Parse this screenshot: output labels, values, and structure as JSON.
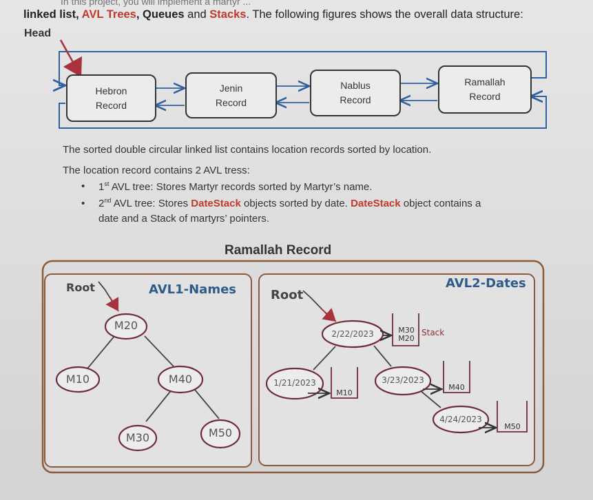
{
  "header_cut": "In this project, you will implement a martyr ...",
  "intro": {
    "p1": "linked list, ",
    "avl": "AVL Trees",
    "comma": ", ",
    "queues": "Queues",
    "and": " and ",
    "stacks": "Stacks",
    "p2": ". The following figures shows the overall data structure:"
  },
  "head_label": "Head",
  "records": [
    {
      "line1": "Hebron",
      "line2": "Record"
    },
    {
      "line1": "Jenin",
      "line2": "Record"
    },
    {
      "line1": "Nablus",
      "line2": "Record"
    },
    {
      "line1": "Ramallah",
      "line2": "Record"
    }
  ],
  "description": {
    "line1": "The sorted double circular linked list contains location records sorted by location.",
    "line2": "The location record contains 2 AVL tress:",
    "bullet_char": "•",
    "b1_num": "1",
    "b1_sup": "st",
    "b1_rest": " AVL tree: Stores Martyr records sorted by Martyr’s name.",
    "b2_num": "2",
    "b2_sup": "nd",
    "b2_a": " AVL tree: Stores ",
    "b2_ds1": "DateStack",
    "b2_b": " objects sorted by date. ",
    "b2_ds2": "DateStack",
    "b2_c": " object contains a",
    "b2_line2": "date and a Stack of martyrs’ pointers."
  },
  "section_title": "Ramallah Record",
  "avl1": {
    "title": "AVL1-Names",
    "root_label": "Root",
    "nodes": [
      "M20",
      "M10",
      "M40",
      "M30",
      "M50"
    ]
  },
  "avl2": {
    "title": "AVL2-Dates",
    "root_label": "Root",
    "nodes": [
      "2/22/2023",
      "1/21/2023",
      "3/23/2023",
      "4/24/2023"
    ],
    "stack_top": "M30",
    "stack_bottom": "M20",
    "stack_label": "Stack",
    "m10": "M10",
    "m40": "M40",
    "m50": "M50"
  },
  "colors": {
    "accent_red": "#c0392b",
    "arrow_red": "#a8323e",
    "line_blue": "#2f5f9e",
    "frame_brown": "#8a5a3a",
    "title_blue": "#2e5b8a"
  }
}
